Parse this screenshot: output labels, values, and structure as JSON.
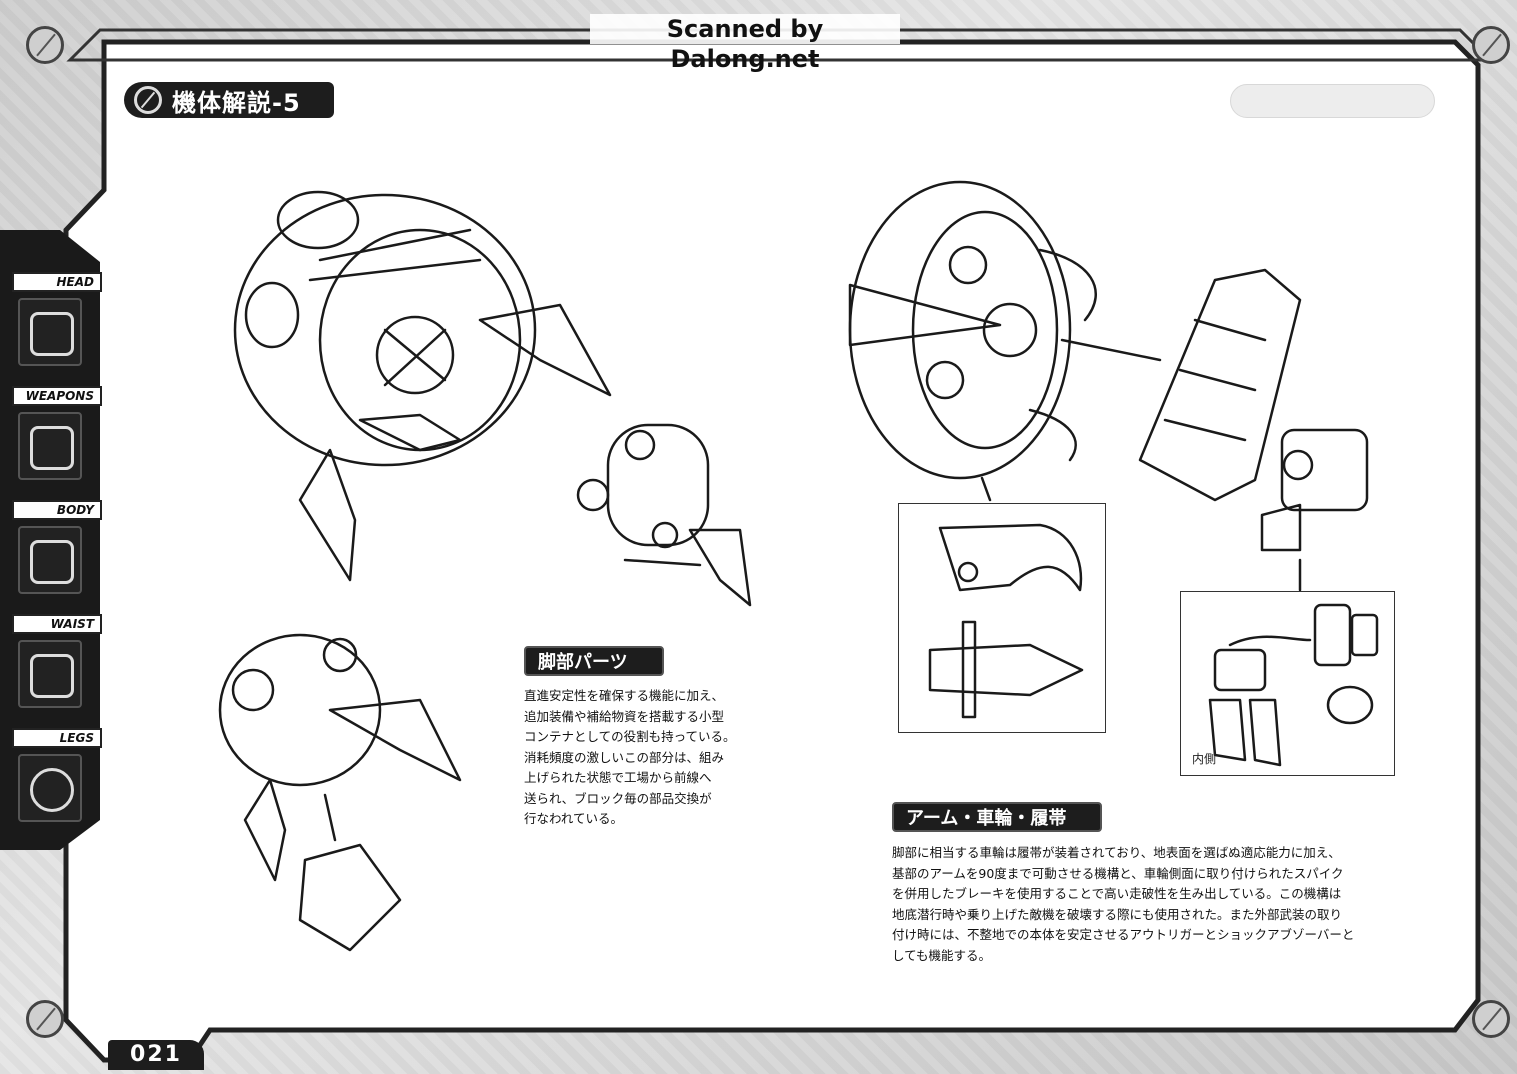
{
  "header": {
    "watermark": "Scanned by Dalong.net",
    "title": "機体解説-5"
  },
  "sidebar": {
    "tabs": [
      {
        "label": "HEAD",
        "icon": "head-icon"
      },
      {
        "label": "WEAPONS",
        "icon": "weapons-icon"
      },
      {
        "label": "BODY",
        "icon": "body-icon"
      },
      {
        "label": "WAIST",
        "icon": "waist-icon"
      },
      {
        "label": "LEGS",
        "icon": "legs-icon"
      }
    ]
  },
  "sections": {
    "legs": {
      "heading": "脚部パーツ",
      "lines": [
        "直進安定性を確保する機能に加え、",
        "追加装備や補給物資を搭載する小型",
        "コンテナとしての役割も持っている。",
        "消耗頻度の激しいこの部分は、組み",
        "上げられた状態で工場から前線へ",
        "送られ、ブロック毎の部品交換が",
        "行なわれている。"
      ]
    },
    "arm": {
      "heading": "アーム・車輪・履帯",
      "lines": [
        "脚部に相当する車輪は履帯が装着されており、地表面を選ばぬ適応能力に加え、",
        "基部のアームを90度まで可動させる機構と、車輪側面に取り付けられたスパイク",
        "を併用したブレーキを使用することで高い走破性を生み出している。この機構は",
        "地底潜行時や乗り上げた敵機を破壊する際にも使用された。また外部武装の取り",
        "付け時には、不整地での本体を安定させるアウトリガーとショックアブゾーバーと",
        "しても機能する。"
      ]
    }
  },
  "annotations": {
    "inner_side": "内側"
  },
  "footer": {
    "page_number": "021"
  },
  "colors": {
    "dark": "#1d1d1d",
    "frame": "#d9d9d9",
    "paper": "#ffffff"
  }
}
